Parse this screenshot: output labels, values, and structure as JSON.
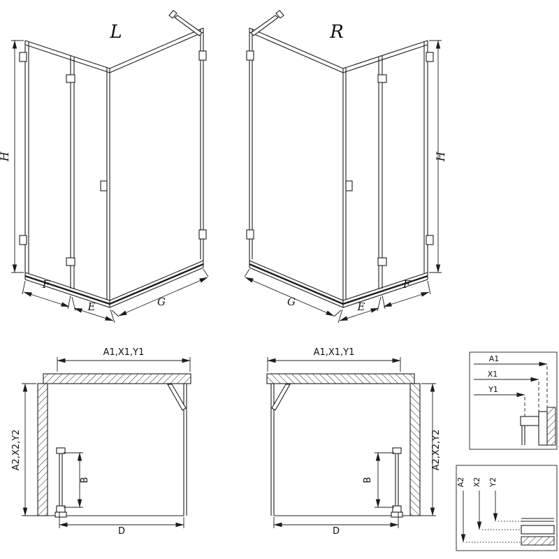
{
  "colors": {
    "line": "#1c1c1c",
    "background": "#ffffff"
  },
  "drawing": {
    "iso_left": {
      "variant": "L",
      "height": "H",
      "fixed": "F",
      "door": "E",
      "side": "G"
    },
    "iso_right": {
      "variant": "R",
      "height": "H",
      "fixed": "F",
      "door": "E",
      "side": "G"
    },
    "plan_left": {
      "width": "A1,X1,Y1",
      "depth": "A2,X2,Y2",
      "door_open": "B",
      "entry": "D"
    },
    "plan_right": {
      "width": "A1,X1,Y1",
      "depth": "A2,X2,Y2",
      "door_open": "B",
      "entry": "D"
    },
    "detail_width": {
      "a1": "A1",
      "x1": "X1",
      "y1": "Y1"
    },
    "detail_depth": {
      "a2": "A2",
      "x2": "X2",
      "y2": "Y2"
    }
  }
}
